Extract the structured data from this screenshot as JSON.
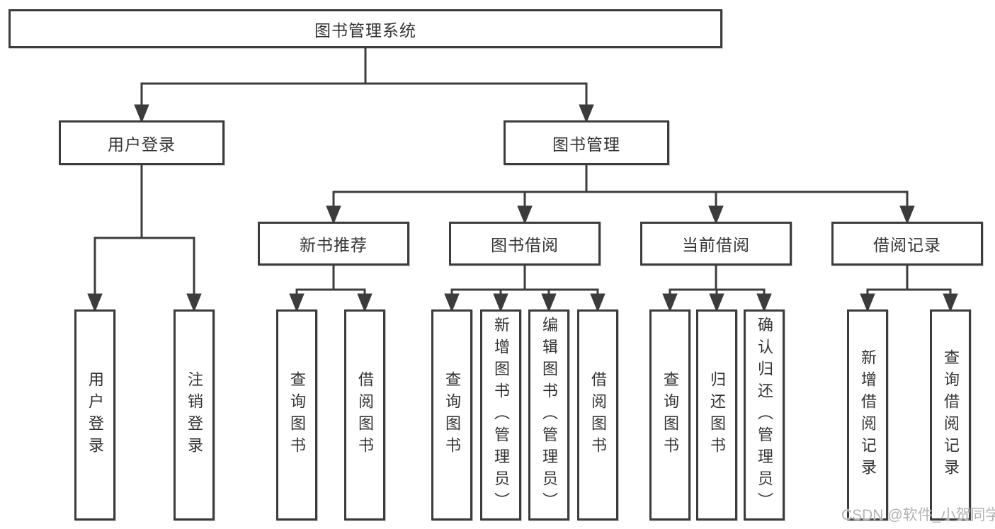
{
  "diagram": {
    "root": {
      "label": "图书管理系统"
    },
    "level1": [
      {
        "id": "user-login",
        "label": "用户登录"
      },
      {
        "id": "book-management",
        "label": "图书管理"
      }
    ],
    "level2": [
      {
        "id": "new-book-recommend",
        "label": "新书推荐"
      },
      {
        "id": "book-borrowing",
        "label": "图书借阅"
      },
      {
        "id": "current-borrowing",
        "label": "当前借阅"
      },
      {
        "id": "borrowing-records",
        "label": "借阅记录"
      }
    ],
    "leaves": [
      {
        "id": "user-login-leaf",
        "parent": "user-login",
        "label": "用户登录"
      },
      {
        "id": "logout",
        "parent": "user-login",
        "label": "注销登录"
      },
      {
        "id": "query-books-1",
        "parent": "new-book-recommend",
        "label": "查询图书"
      },
      {
        "id": "borrow-books-1",
        "parent": "new-book-recommend",
        "label": "借阅图书"
      },
      {
        "id": "query-books-2",
        "parent": "book-borrowing",
        "label": "查询图书"
      },
      {
        "id": "add-books-admin",
        "parent": "book-borrowing",
        "label": "新增图书（管理员）"
      },
      {
        "id": "edit-books-admin",
        "parent": "book-borrowing",
        "label": "编辑图书（管理员）"
      },
      {
        "id": "borrow-books-2",
        "parent": "book-borrowing",
        "label": "借阅图书"
      },
      {
        "id": "query-books-3",
        "parent": "current-borrowing",
        "label": "查询图书"
      },
      {
        "id": "return-books",
        "parent": "current-borrowing",
        "label": "归还图书"
      },
      {
        "id": "confirm-return-admin",
        "parent": "current-borrowing",
        "label": "确认归还（管理员）"
      },
      {
        "id": "add-borrow-record",
        "parent": "borrowing-records",
        "label": "新增借阅记录"
      },
      {
        "id": "query-borrow-record",
        "parent": "borrowing-records",
        "label": "查询借阅记录"
      }
    ]
  },
  "watermark": {
    "text": "CSDN @软件_小贺同学",
    "color": "#b3b3b3"
  },
  "colors": {
    "line": "#3c3c3c",
    "text": "#333333",
    "box_background": "#ffffff"
  }
}
